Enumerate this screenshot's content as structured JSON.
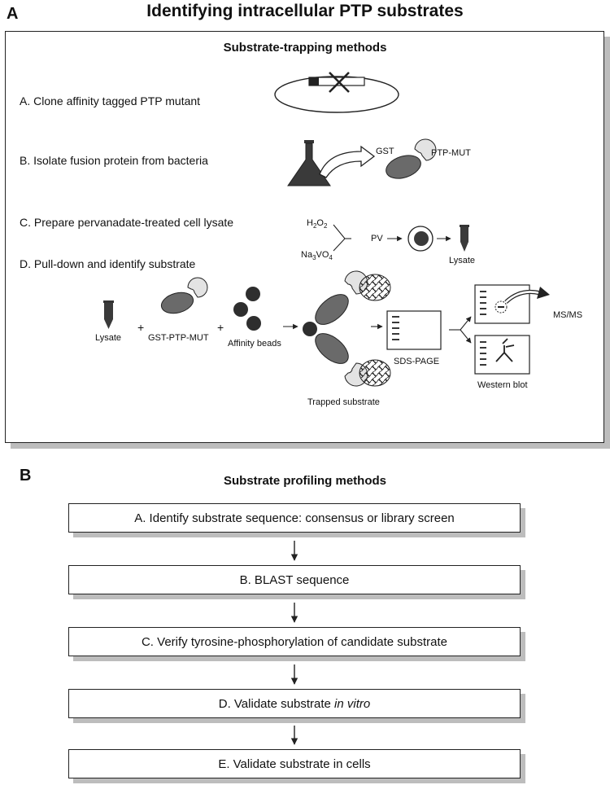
{
  "panel_a": {
    "letter": "A",
    "title": "Identifying intracellular PTP substrates",
    "subtitle": "Substrate-trapping methods",
    "steps": [
      "A. Clone affinity tagged PTP mutant",
      "B. Isolate fusion protein from bacteria",
      "C. Prepare pervanadate-treated cell lysate",
      "D. Pull-down and identify substrate"
    ],
    "labels": {
      "gst": "GST",
      "ptp_mut": "PTP-MUT",
      "h2o2": "H2O2",
      "na3vo4": "Na3VO4",
      "pv": "PV",
      "lysate_c": "Lysate",
      "lysate_d": "Lysate",
      "gst_ptp_mut": "GST-PTP-MUT",
      "affinity_beads": "Affinity beads",
      "trapped_substrate": "Trapped substrate",
      "sds_page": "SDS-PAGE",
      "western_blot": "Western blot",
      "ms_ms": "MS/MS",
      "plus": "+"
    }
  },
  "panel_b": {
    "letter": "B",
    "subtitle": "Substrate profiling methods",
    "steps": [
      "A. Identify substrate sequence: consensus or library screen",
      "B. BLAST sequence",
      "C. Verify tyrosine-phosphorylation of candidate substrate",
      "D. Validate substrate ",
      "E. Validate substrate in cells"
    ],
    "step_d_italic": "in vitro"
  }
}
